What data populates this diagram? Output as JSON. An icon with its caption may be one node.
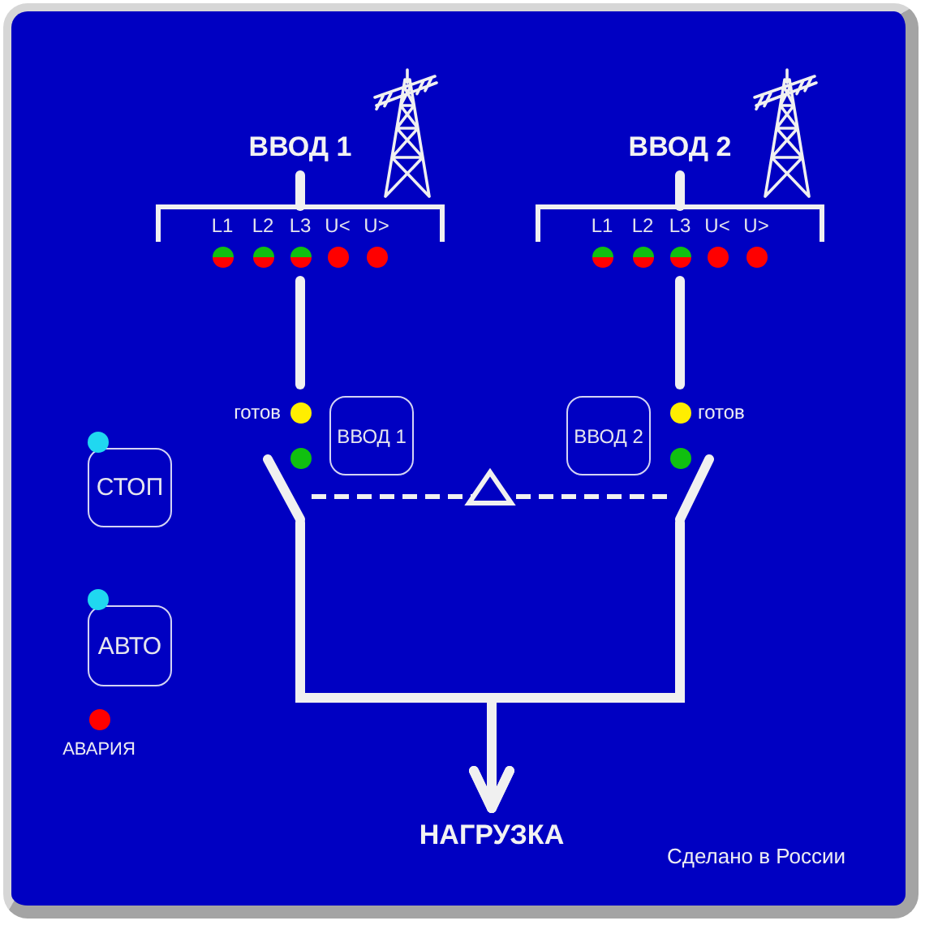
{
  "diagram": {
    "nodes": [
      {
        "text": [
          "ВВОД 1"
        ]
      },
      {
        "text": [
          "ВВОД 2"
        ]
      },
      {
        "text": [
          "L1",
          "L2",
          "L3",
          "U<",
          "U>"
        ]
      },
      {
        "text": [
          "L1",
          "L2",
          "L3",
          "U<",
          "U>"
        ]
      },
      {
        "text": [],
        "shape": "switch",
        "beside": [
          "готов"
        ]
      },
      {
        "text": [
          "ВВОД 1"
        ]
      },
      {
        "text": [
          "ВВОД 2"
        ]
      },
      {
        "text": [],
        "shape": "switch",
        "beside": [
          "готов"
        ]
      },
      {
        "text": [
          "СТОП"
        ]
      },
      {
        "text": [
          "АВТО"
        ]
      },
      {
        "text": [
          "НАГРУЗКА"
        ]
      }
    ],
    "edges": [
      {
        "from": 0,
        "to": 2,
        "arrow": "none"
      },
      {
        "from": 1,
        "to": 3,
        "arrow": "none"
      },
      {
        "from": 2,
        "to": 4,
        "arrow": "none"
      },
      {
        "from": 3,
        "to": 7,
        "arrow": "none"
      },
      {
        "from": 4,
        "to": 10,
        "arrow": "to"
      },
      {
        "from": 7,
        "to": 10,
        "arrow": "to"
      },
      {
        "from": 4,
        "to": 7,
        "arrow": "none",
        "style": "dashed"
      }
    ],
    "labels": [
      "АВАРИЯ",
      "Сделано в России"
    ]
  }
}
